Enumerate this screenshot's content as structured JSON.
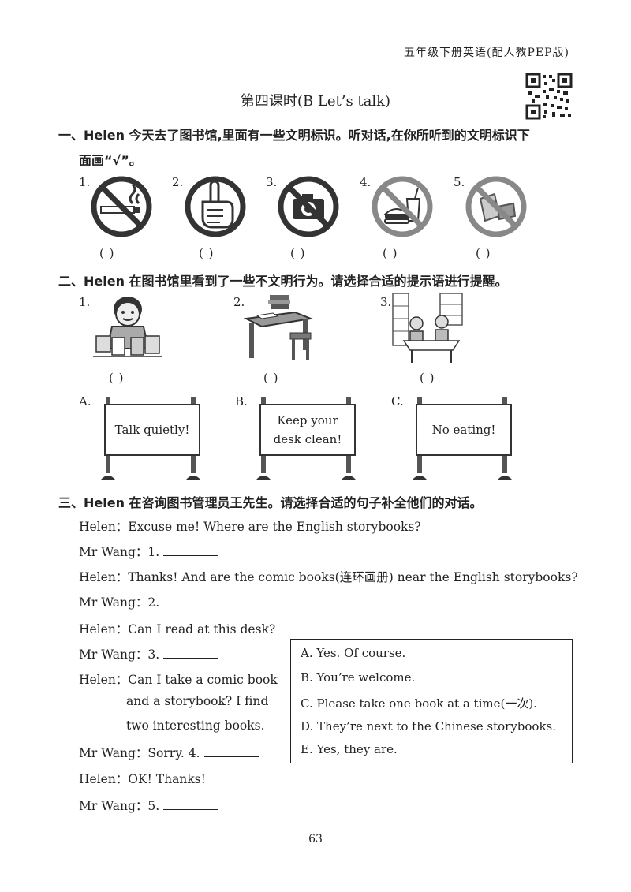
{
  "header": "五年级下册英语(配人教PEP版)",
  "title": "第四课时(B Let’s talk)",
  "section1": {
    "line1": "一、Helen 今天去了图书馆,里面有一些文明标识。听对话,在你所听到的文明标识下",
    "line2": "面画“√”。",
    "numbers": [
      "1.",
      "2.",
      "3.",
      "4.",
      "5."
    ],
    "paren": "(    )",
    "icons": [
      "no-smoking-sign-icon",
      "quiet-sign-icon",
      "no-camera-sign-icon",
      "no-food-drink-sign-icon",
      "no-reading-sign-icon"
    ]
  },
  "section2": {
    "line1": "二、Helen 在图书馆里看到了一些不文明行为。请选择合适的提示语进行提醒。",
    "numbers": [
      "1.",
      "2.",
      "3."
    ],
    "paren": "(    )",
    "letters": [
      "A.",
      "B.",
      "C."
    ],
    "signs": [
      {
        "line1": "Talk quietly!",
        "line2": ""
      },
      {
        "line1": "Keep your",
        "line2": "desk clean!"
      },
      {
        "line1": "No eating!",
        "line2": ""
      }
    ]
  },
  "section3": {
    "line1": "三、Helen 在咨询图书管理员王先生。请选择合适的句子补全他们的对话。",
    "dialogue": [
      "Helen：Excuse me! Where are the English storybooks?",
      "Mr Wang：1.",
      "Helen：Thanks! And are the comic books(连环画册) near the English storybooks?",
      "Mr Wang：2.",
      "Helen：Can I read at this desk?",
      "Mr Wang：3.",
      "Helen：Can I take a comic book",
      "and a storybook? I find",
      "two interesting books.",
      "Mr Wang：Sorry. 4.",
      "Helen：OK! Thanks!",
      "Mr Wang：5."
    ],
    "options": [
      "A. Yes. Of course.",
      "B. You’re welcome.",
      "C. Please take one book at a time(一次).",
      "D. They’re next to the Chinese storybooks.",
      "E. Yes, they are."
    ]
  },
  "page_number": "63"
}
